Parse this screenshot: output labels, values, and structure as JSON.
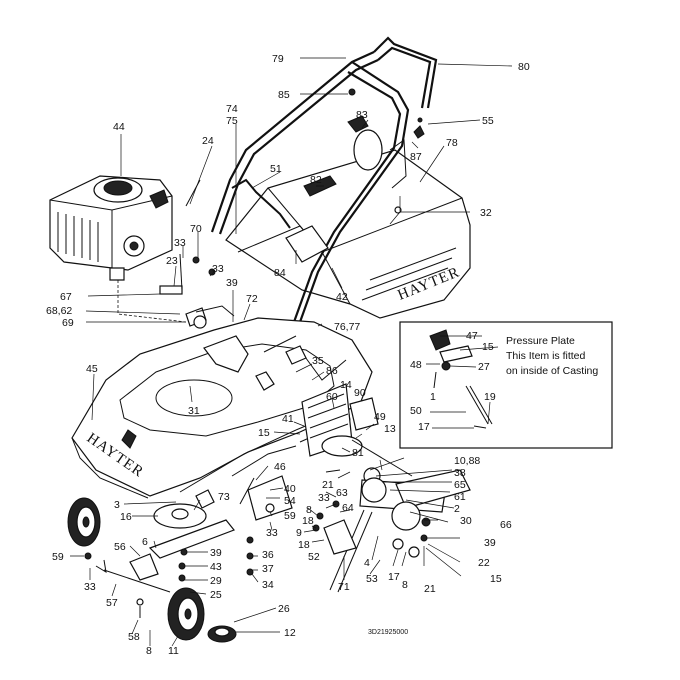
{
  "brand": {
    "deck": "HAYTER",
    "catcher": "HAYTER"
  },
  "inset": {
    "lines": [
      "Pressure Plate",
      "This Item is fitted",
      "on inside of Casting"
    ],
    "labels": [
      "47",
      "15",
      "48",
      "27",
      "1",
      "19",
      "50",
      "17"
    ]
  },
  "reference_code": "3D21925000",
  "labels": [
    "79",
    "80",
    "85",
    "74",
    "75",
    "55",
    "83",
    "87",
    "78",
    "44",
    "24",
    "51",
    "82",
    "32",
    "70",
    "33",
    "23",
    "33",
    "84",
    "42",
    "67",
    "39",
    "72",
    "68,62",
    "69",
    "76,77",
    "45",
    "35",
    "86",
    "31",
    "14",
    "90",
    "60",
    "41",
    "49",
    "13",
    "15",
    "81",
    "10,88",
    "38",
    "65",
    "21",
    "63",
    "61",
    "46",
    "40",
    "33",
    "54",
    "2",
    "8",
    "64",
    "3",
    "73",
    "59",
    "16",
    "30",
    "66",
    "18",
    "9",
    "18",
    "6",
    "33",
    "52",
    "39",
    "39",
    "56",
    "36",
    "43",
    "37",
    "71",
    "4",
    "29",
    "34",
    "22",
    "59",
    "53",
    "17",
    "8",
    "21",
    "15",
    "33",
    "25",
    "57",
    "26",
    "58",
    "12",
    "8",
    "11"
  ]
}
